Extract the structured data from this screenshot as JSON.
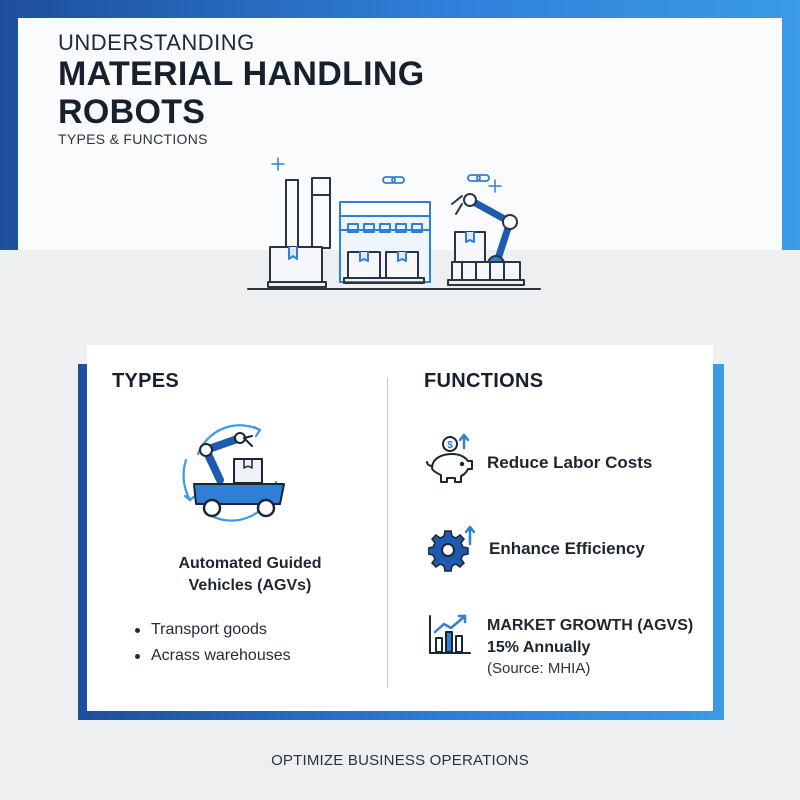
{
  "header": {
    "eyebrow": "UNDERSTANDING",
    "title_line1": "MATERIAL HANDLING",
    "title_line2": "ROBOTS",
    "subtitle": "TYPES & FUNCTIONS"
  },
  "types": {
    "heading": "TYPES",
    "item_title_line1": "Automated Guided",
    "item_title_line2": "Vehicles (AGVs)",
    "bullets": [
      "Transport goods",
      "Acrass warehouses"
    ]
  },
  "functions": {
    "heading": "FUNCTIONS",
    "items": [
      {
        "label": "Reduce Labor Costs",
        "icon": "piggy-bank-icon"
      },
      {
        "label": "Enhance Efficiency",
        "icon": "gear-icon"
      }
    ],
    "growth": {
      "label": "MARKET GROWTH (AGVS)",
      "value": "15% Annually",
      "source": "(Source: MHIA)",
      "icon": "bar-chart-icon"
    }
  },
  "footer": {
    "text": "OPTIMIZE BUSINESS OPERATIONS"
  },
  "colors": {
    "accent": "#2f7fd8",
    "accent_dark": "#1d4f9c",
    "ink": "#17212d"
  }
}
